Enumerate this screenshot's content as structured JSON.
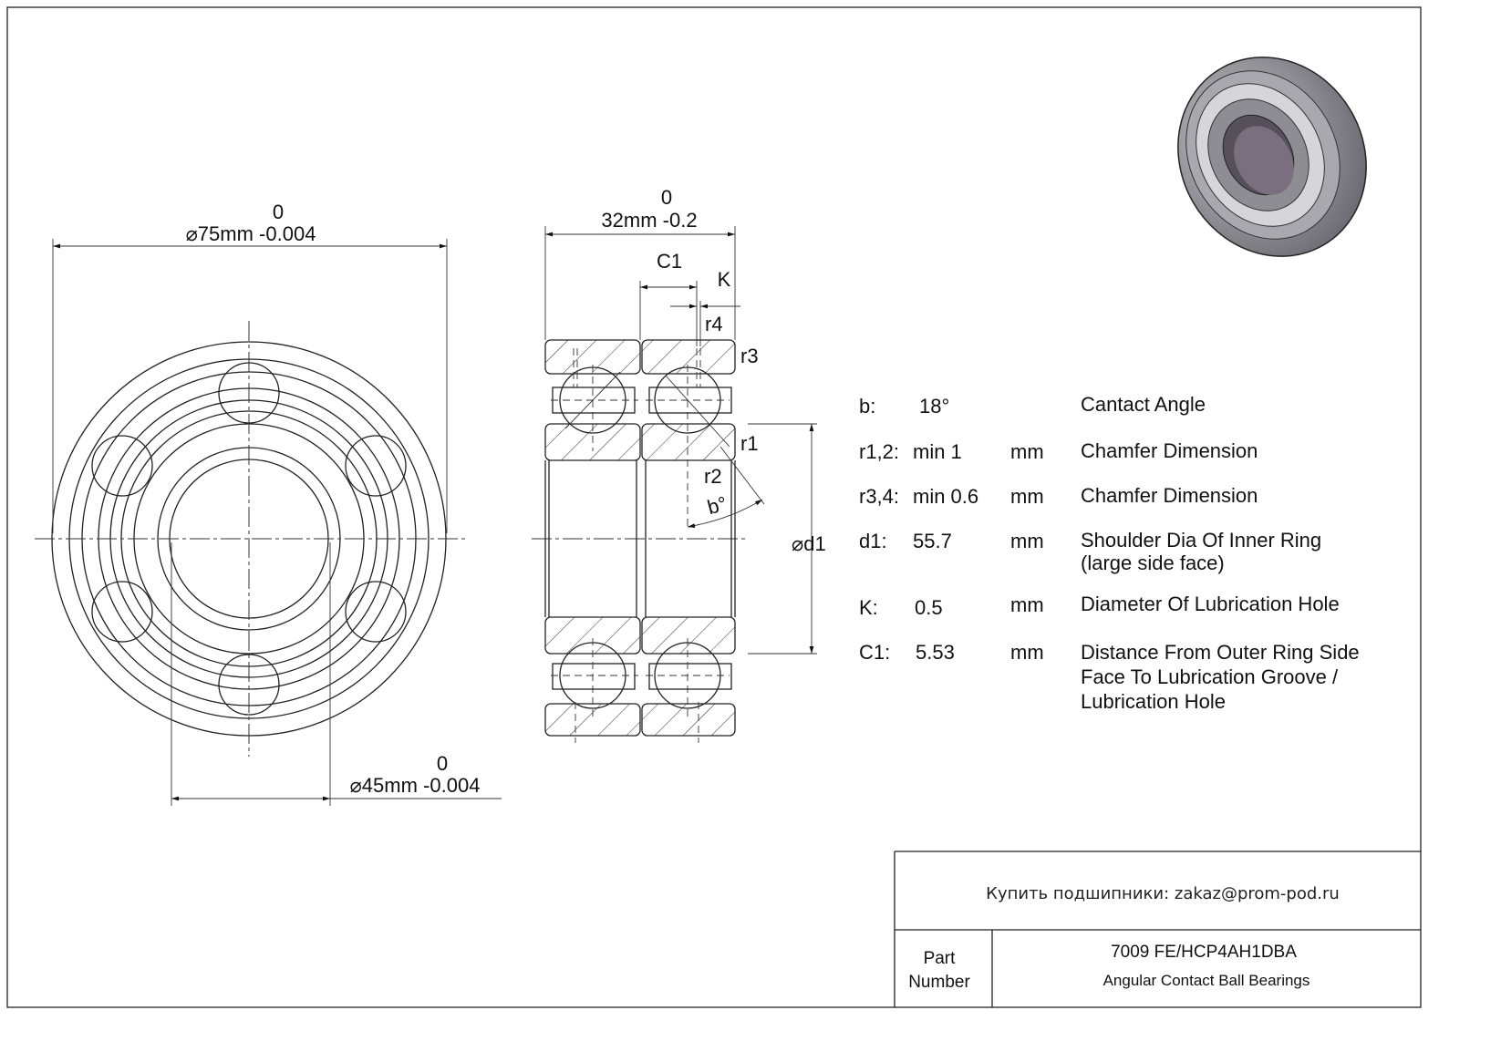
{
  "front_view": {
    "outer_tol_upper": "0",
    "outer_dim": "⌀75mm -0.004",
    "bore_tol_upper": "0",
    "bore_dim": "⌀45mm -0.004"
  },
  "section_view": {
    "width_tol_upper": "0",
    "width_dim": "32mm -0.2",
    "labels": {
      "c1": "C1",
      "k": "K",
      "r4": "r4",
      "r3": "r3",
      "r1": "r1",
      "r2": "r2",
      "b": "b°",
      "d1": "⌀d1"
    }
  },
  "specs": [
    {
      "key": "b:",
      "value": "18°",
      "unit": "",
      "desc": [
        "Cantact Angle"
      ]
    },
    {
      "key": "r1,2:",
      "value": "min 1",
      "unit": "mm",
      "desc": [
        "Chamfer Dimension"
      ]
    },
    {
      "key": "r3,4:",
      "value": "min 0.6",
      "unit": "mm",
      "desc": [
        "Chamfer Dimension"
      ]
    },
    {
      "key": "d1:",
      "value": "55.7",
      "unit": "mm",
      "desc": [
        "Shoulder Dia Of Inner Ring",
        "(large side face)"
      ]
    },
    {
      "key": "K:",
      "value": "0.5",
      "unit": "mm",
      "desc": [
        "Diameter Of Lubrication Hole"
      ]
    },
    {
      "key": "C1:",
      "value": "5.53",
      "unit": "mm",
      "desc": [
        "Distance From Outer Ring Side",
        "Face To Lubrication Groove /",
        "Lubrication Hole"
      ]
    }
  ],
  "title_block": {
    "contact": "Купить подшипники: zakaz@prom-pod.ru",
    "part_label_1": "Part",
    "part_label_2": "Number",
    "part_number": "7009 FE/HCP4AH1DBA",
    "part_type": "Angular Contact Ball Bearings"
  }
}
